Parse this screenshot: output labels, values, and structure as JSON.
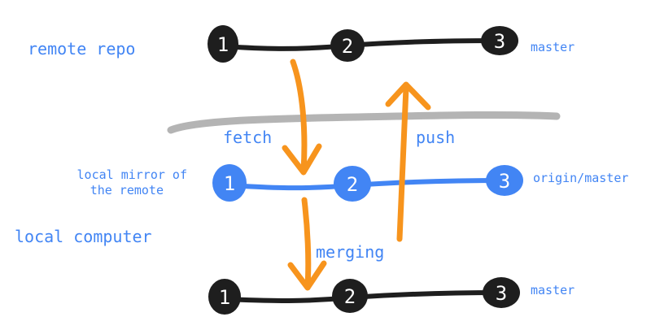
{
  "colors": {
    "blue": "#4285f4",
    "black": "#1e1e1e",
    "orange": "#f7941d",
    "gray": "#b4b4b4",
    "node_text": "#ffffff",
    "label_text": "#4285f4"
  },
  "sections": {
    "remote": "remote repo",
    "local_mirror_line1": "local mirror of",
    "local_mirror_line2": "the remote",
    "local": "local computer"
  },
  "rows": {
    "remote": {
      "nodes": [
        "1",
        "2",
        "3"
      ],
      "branch": "master"
    },
    "mirror": {
      "nodes": [
        "1",
        "2",
        "3"
      ],
      "branch": "origin/master"
    },
    "local": {
      "nodes": [
        "1",
        "2",
        "3"
      ],
      "branch": "master"
    }
  },
  "operations": {
    "fetch": "fetch",
    "push": "push",
    "merging": "merging"
  }
}
